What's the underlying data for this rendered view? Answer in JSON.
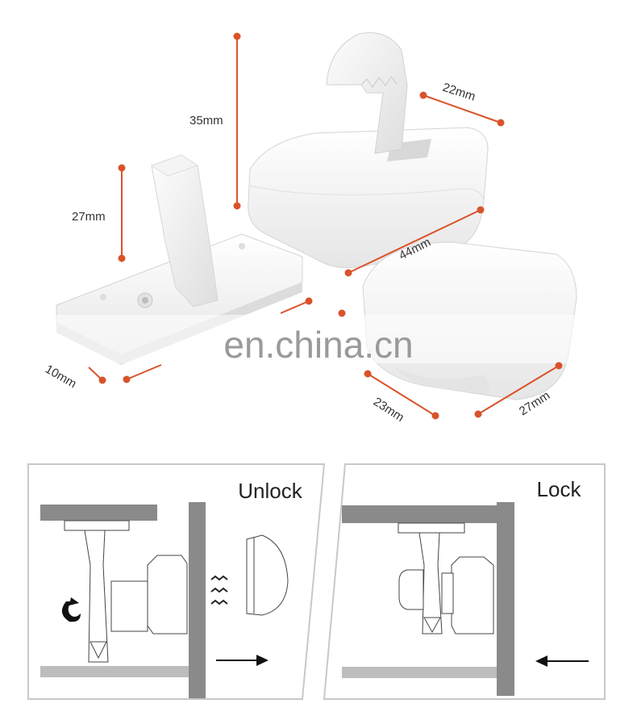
{
  "watermark": "en.china.cn",
  "dimensions": {
    "hook_height": "35mm",
    "hook_width": "22mm",
    "lock_length": "44mm",
    "latch_height": "27mm",
    "base_width": "10mm",
    "cap_depth": "23mm",
    "cap_width": "27mm"
  },
  "panels": {
    "unlock_label": "Unlock",
    "lock_label": "Lock"
  },
  "colors": {
    "dimension_line": "#d9532a",
    "wall": "#8a8a8a",
    "shelf": "#bdbdbd",
    "panel_border": "#c8c8c8"
  }
}
